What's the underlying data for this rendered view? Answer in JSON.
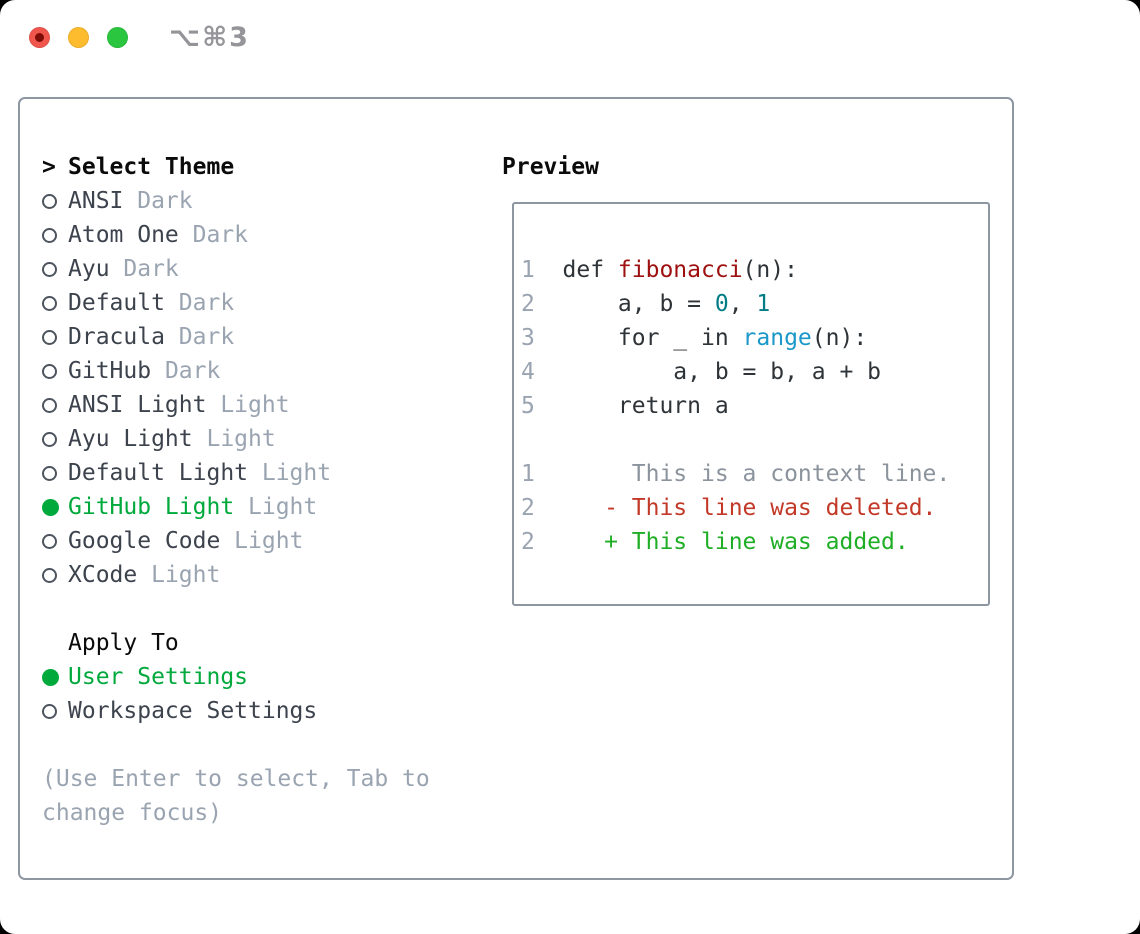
{
  "window": {
    "title": "⌥⌘3"
  },
  "theme_list": {
    "prefix": ">",
    "title": "Select Theme",
    "items": [
      {
        "name": "ANSI",
        "variant": "Dark",
        "selected": false
      },
      {
        "name": "Atom One",
        "variant": "Dark",
        "selected": false
      },
      {
        "name": "Ayu",
        "variant": "Dark",
        "selected": false
      },
      {
        "name": "Default",
        "variant": "Dark",
        "selected": false
      },
      {
        "name": "Dracula",
        "variant": "Dark",
        "selected": false
      },
      {
        "name": "GitHub",
        "variant": "Dark",
        "selected": false
      },
      {
        "name": "ANSI Light",
        "variant": "Light",
        "selected": false
      },
      {
        "name": "Ayu Light",
        "variant": "Light",
        "selected": false
      },
      {
        "name": "Default Light",
        "variant": "Light",
        "selected": false
      },
      {
        "name": "GitHub Light",
        "variant": "Light",
        "selected": true
      },
      {
        "name": "Google Code",
        "variant": "Light",
        "selected": false
      },
      {
        "name": "XCode",
        "variant": "Light",
        "selected": false
      }
    ]
  },
  "apply_to": {
    "title": "Apply To",
    "items": [
      {
        "name": "User Settings",
        "selected": true
      },
      {
        "name": "Workspace Settings",
        "selected": false
      }
    ]
  },
  "help": {
    "line1": "(Use Enter to select, Tab to",
    "line2": "change focus)"
  },
  "preview": {
    "title": "Preview",
    "code": [
      {
        "num": "1",
        "tokens": [
          {
            "t": "def ",
            "c": "plain"
          },
          {
            "t": "fibonacci",
            "c": "title"
          },
          {
            "t": "(n):",
            "c": "plain"
          }
        ]
      },
      {
        "num": "2",
        "tokens": [
          {
            "t": "    a, b = ",
            "c": "plain"
          },
          {
            "t": "0",
            "c": "number"
          },
          {
            "t": ", ",
            "c": "plain"
          },
          {
            "t": "1",
            "c": "number"
          }
        ]
      },
      {
        "num": "3",
        "tokens": [
          {
            "t": "    for _ in ",
            "c": "plain"
          },
          {
            "t": "range",
            "c": "builtin"
          },
          {
            "t": "(n):",
            "c": "plain"
          }
        ]
      },
      {
        "num": "4",
        "tokens": [
          {
            "t": "        a, b = b, a + b",
            "c": "plain"
          }
        ]
      },
      {
        "num": "5",
        "tokens": [
          {
            "t": "    return a",
            "c": "plain"
          }
        ]
      }
    ],
    "diff": [
      {
        "num": "1",
        "tokens": [
          {
            "t": "     This is a context line.",
            "c": "context"
          }
        ]
      },
      {
        "num": "2",
        "tokens": [
          {
            "t": "   - This line was deleted.",
            "c": "deletion"
          }
        ]
      },
      {
        "num": "2",
        "tokens": [
          {
            "t": "   + This line was added.",
            "c": "addition"
          }
        ]
      }
    ]
  },
  "colors": {
    "page-bg": "#000000",
    "window-bg": "#ffffff",
    "panel-border": "#8e96a2",
    "text-dark": "#3d434d",
    "text-black": "#0b0b0b",
    "text-muted": "#9aa4b1",
    "selection-green": "#00a93c",
    "traffic-red": "#f0564c",
    "traffic-red-dot": "#7d0d06",
    "traffic-yellow": "#fdbc2e",
    "traffic-green": "#2bc63f",
    "title-gray": "#949499",
    "code-plain": "#2e3338",
    "code-title-red": "#9e1010",
    "code-number-teal": "#007c85",
    "code-builtin-blue": "#1a98c9",
    "code-lineno": "#9aa4b1",
    "diff-context": "#8b939d",
    "diff-deletion": "#c23928",
    "diff-addition": "#1fae25"
  }
}
